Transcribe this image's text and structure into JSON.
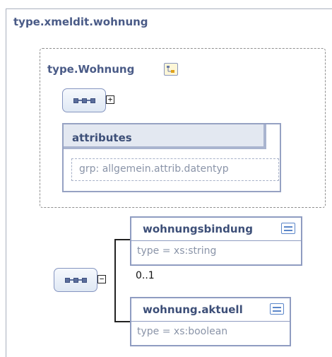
{
  "outer": {
    "title": "type.xmeldit.wohnung"
  },
  "complex_type": {
    "title": "type.Wohnung",
    "type_icon": "type-icon",
    "attributes": {
      "label": "attributes",
      "group": "grp: allgemein.attrib.datentyp"
    }
  },
  "sequence": {
    "expand_symbol": "+",
    "collapse_symbol": "−",
    "icon": "sequence-icon"
  },
  "elements": [
    {
      "name": "wohnungsbindung",
      "type": "type = xs:string",
      "icon": "documentation-icon"
    },
    {
      "name": "wohnung.aktuell",
      "type": "type = xs:boolean",
      "icon": "documentation-icon"
    }
  ],
  "occurrence": "0..1",
  "colors": {
    "title": "#4a5b87",
    "border": "#8f9cc1",
    "header_bg": "#e3e8f1"
  }
}
